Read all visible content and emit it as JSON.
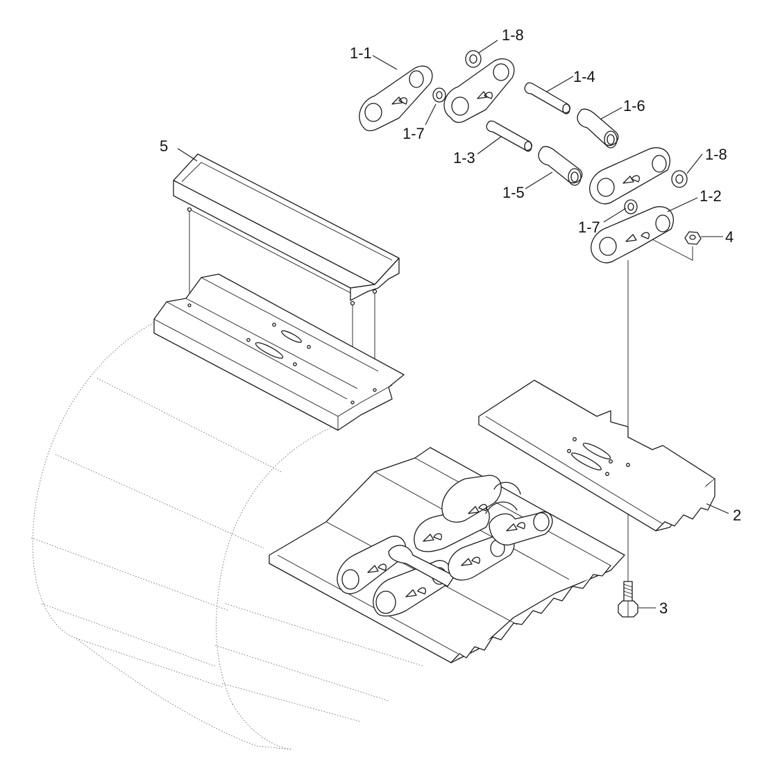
{
  "diagram": {
    "callouts": {
      "c1_1": "1-1",
      "c1_2": "1-2",
      "c1_3": "1-3",
      "c1_4": "1-4",
      "c1_5": "1-5",
      "c1_6": "1-6",
      "c1_7a": "1-7",
      "c1_7b": "1-7",
      "c1_8a": "1-8",
      "c1_8b": "1-8",
      "c2": "2",
      "c3": "3",
      "c4": "4",
      "c5": "5"
    }
  }
}
